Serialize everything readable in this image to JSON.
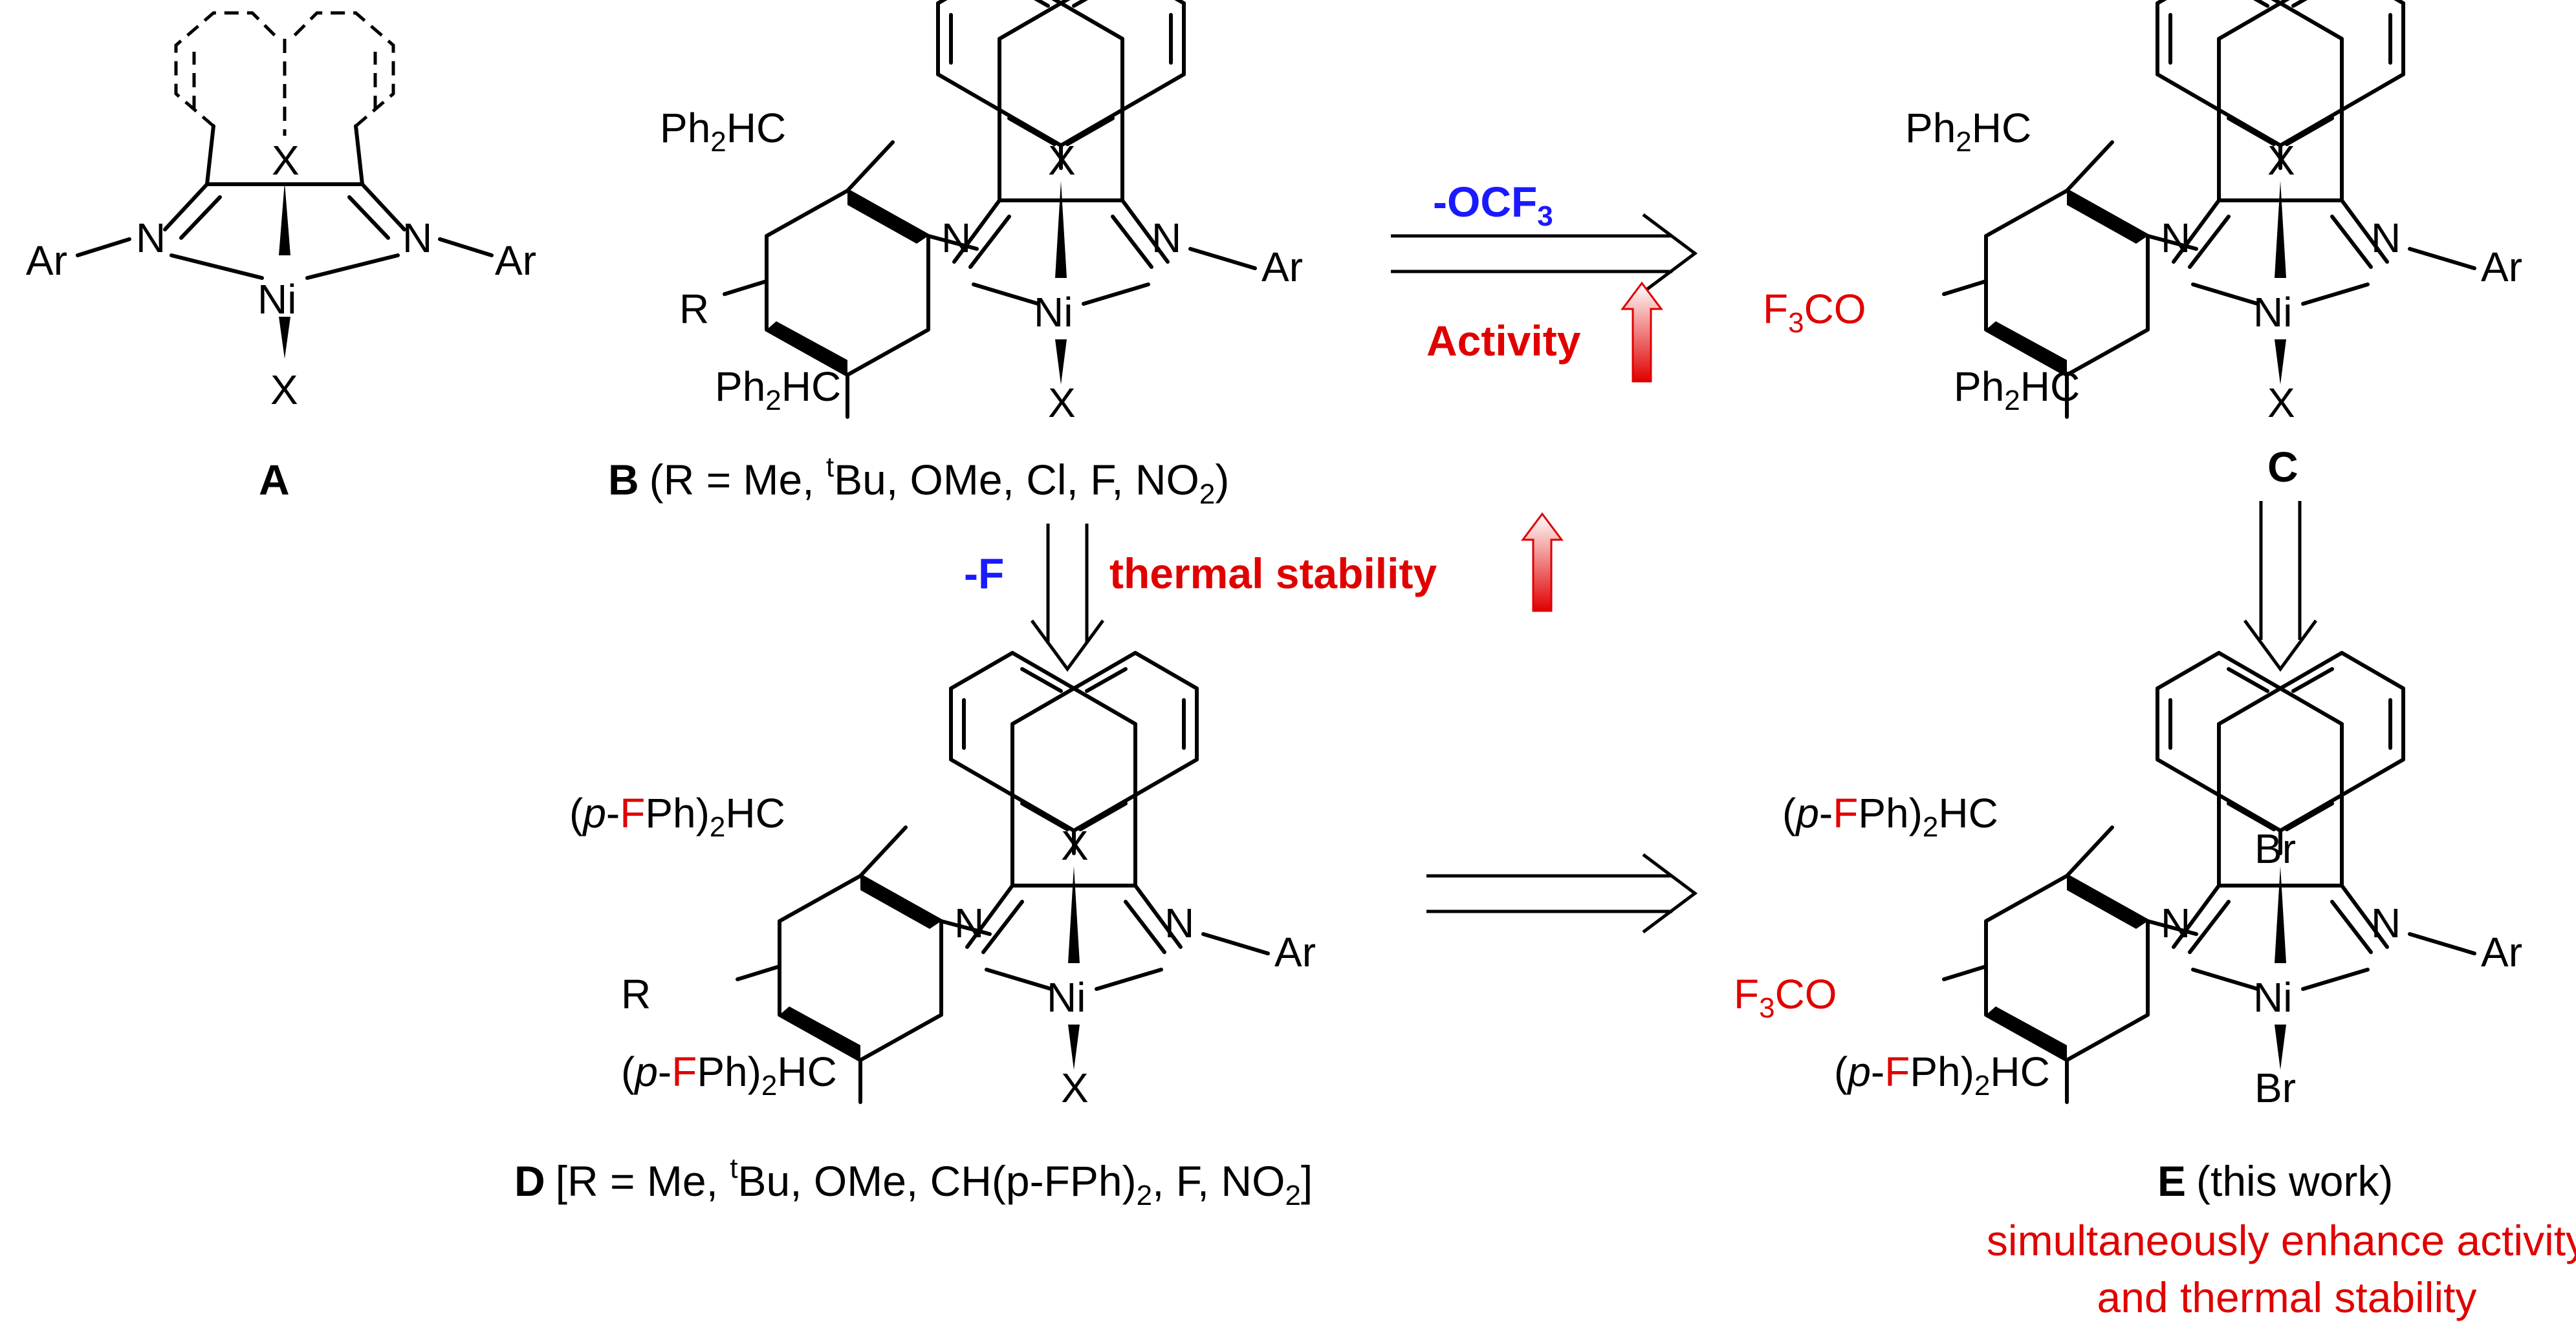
{
  "structures": {
    "A": {
      "label": "A",
      "atoms": {
        "ar_left": "Ar",
        "n_left": "N",
        "ni": "Ni",
        "n_right": "N",
        "ar_right": "Ar",
        "x_top": "X",
        "x_bottom": "X"
      }
    },
    "B": {
      "label": "B",
      "caption": "(R = Me, ",
      "caption_sup": "t",
      "caption_rest": "Bu, OMe, Cl, F, NO",
      "caption_sub": "2",
      "caption_end": ")",
      "atoms": {
        "ph_top": "Ph",
        "ph_top_sub": "2",
        "ph_top_end": "HC",
        "r": "R",
        "ph_bottom": "Ph",
        "ph_bottom_sub": "2",
        "ph_bottom_end": "HC",
        "n_left": "N",
        "ni": "Ni",
        "n_right": "N",
        "ar": "Ar",
        "x_top": "X",
        "x_bottom": "X"
      }
    },
    "C": {
      "label": "C",
      "atoms": {
        "ph_top": "Ph",
        "ph_top_sub": "2",
        "ph_top_end": "HC",
        "f3co_f": "F",
        "f3co_sub": "3",
        "f3co_co": "CO",
        "ph_bottom": "Ph",
        "ph_bottom_sub": "2",
        "ph_bottom_end": "HC",
        "n_left": "N",
        "ni": "Ni",
        "n_right": "N",
        "ar": "Ar",
        "x_top": "X",
        "x_bottom": "X"
      }
    },
    "D": {
      "label": "D",
      "caption": "[R = Me, ",
      "caption_sup": "t",
      "caption_rest": "Bu, OMe, CH(p-FPh)",
      "caption_sub": "2",
      "caption_rest2": ", F, NO",
      "caption_sub2": "2",
      "caption_end": "]",
      "atoms": {
        "sub_open": "(",
        "sub_p": "p",
        "sub_dash": "-",
        "sub_f": "F",
        "sub_ph": "Ph)",
        "sub_2": "2",
        "sub_hc": "HC",
        "r": "R",
        "n_left": "N",
        "ni": "Ni",
        "n_right": "N",
        "ar": "Ar",
        "x_top": "X",
        "x_bottom": "X"
      }
    },
    "E": {
      "label": "E",
      "caption": "(this work)",
      "atoms": {
        "sub_open": "(",
        "sub_p": "p",
        "sub_dash": "-",
        "sub_f": "F",
        "sub_ph": "Ph)",
        "sub_2": "2",
        "sub_hc": "HC",
        "f3co_f": "F",
        "f3co_sub": "3",
        "f3co_co": "CO",
        "n_left": "N",
        "ni": "Ni",
        "n_right": "N",
        "ar": "Ar",
        "br_top": "Br",
        "br_bottom": "Br"
      }
    }
  },
  "arrows": {
    "b_to_c": {
      "label": "-OCF",
      "label_sub": "3",
      "effect": "Activity"
    },
    "b_to_d": {
      "label": "-F",
      "effect": "thermal stability"
    }
  },
  "conclusion": {
    "line1": "simultaneously enhance activity",
    "line2": "and thermal stability"
  },
  "colors": {
    "emphasis": "#e00000",
    "substituent": "#1a1aff",
    "bonds": "#000000"
  }
}
